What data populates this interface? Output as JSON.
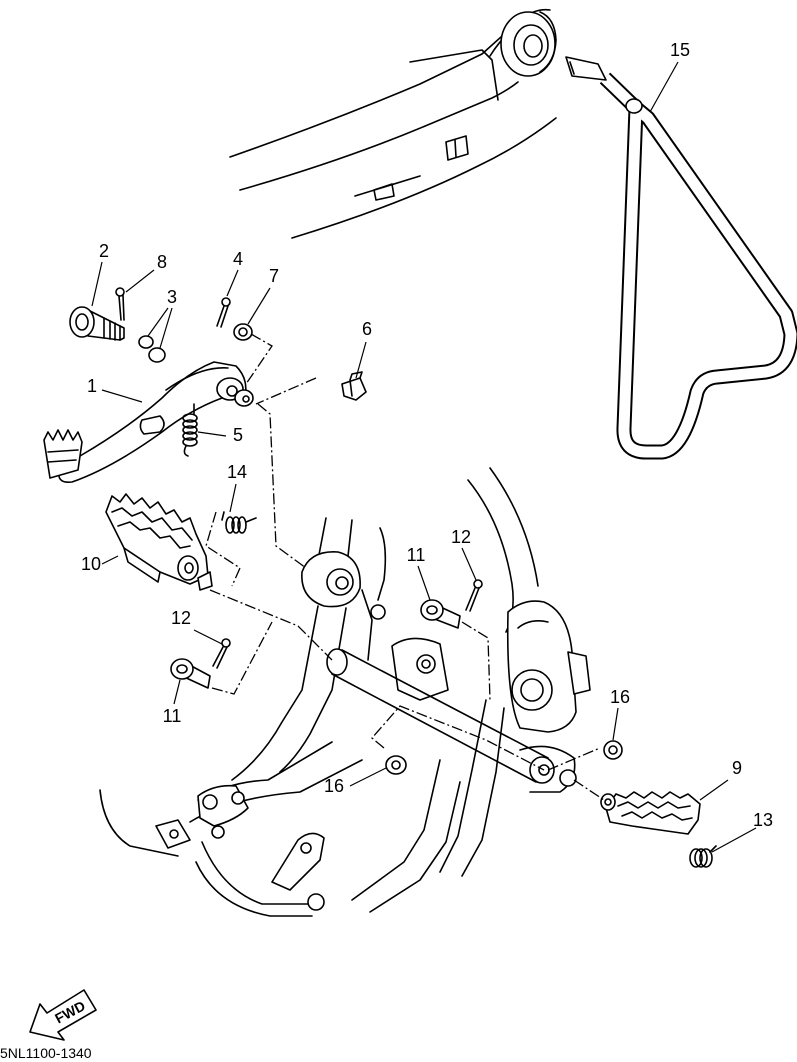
{
  "callouts": {
    "c1": "1",
    "c2": "2",
    "c3": "3",
    "c4": "4",
    "c5": "5",
    "c6": "6",
    "c7": "7",
    "c8": "8",
    "c9": "9",
    "c10": "10",
    "c11_upper": "11",
    "c11_lower": "11",
    "c12_upper": "12",
    "c12_lower": "12",
    "c13": "13",
    "c14": "14",
    "c15": "15",
    "c16_left": "16",
    "c16_right": "16"
  },
  "fwd_label": "FWD",
  "part_code": "5NL1100-1340",
  "colors": {
    "line": "#000000",
    "background": "#ffffff"
  }
}
